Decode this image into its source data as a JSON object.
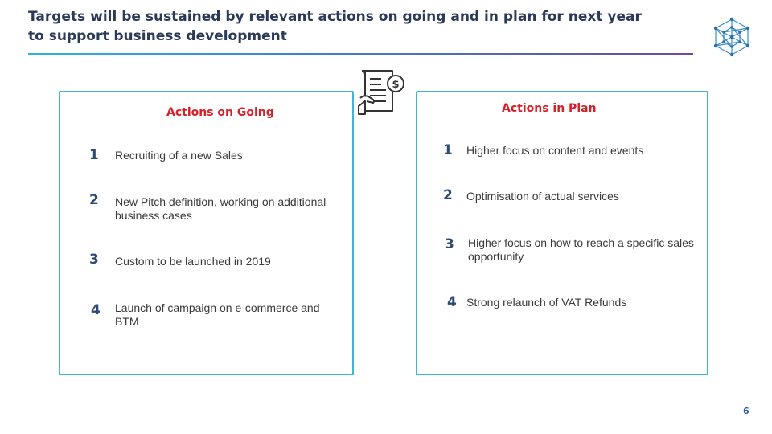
{
  "slide": {
    "title_line1": "Targets will be sustained by relevant actions on going and in plan for next year",
    "title_line2": "to support business development",
    "page_number": "6"
  },
  "colors": {
    "accent_cyan": "#3db7d6",
    "heading_red": "#d9202a",
    "number_navy": "#2c4a73"
  },
  "icons": [
    "network-logo-icon",
    "invoice-dollar-icon"
  ],
  "left_panel": {
    "heading": "Actions on Going",
    "items": [
      {
        "num": "1",
        "text": "Recruiting of a new Sales"
      },
      {
        "num": "2",
        "line1": "New Pitch definition, working on additional",
        "line2": "business cases"
      },
      {
        "num": "3",
        "text": "Custom to be launched in 2019"
      },
      {
        "num": "4",
        "line1": "Launch of campaign on e-commerce and",
        "line2": "BTM"
      }
    ]
  },
  "right_panel": {
    "heading": "Actions in Plan",
    "items": [
      {
        "num": "1",
        "text": "Higher focus on content and events"
      },
      {
        "num": "2",
        "text": "Optimisation of actual services"
      },
      {
        "num": "3",
        "line1": "Higher focus on how to reach a specific sales",
        "line2": "opportunity"
      },
      {
        "num": "4",
        "text": "Strong relaunch of VAT Refunds"
      }
    ]
  }
}
